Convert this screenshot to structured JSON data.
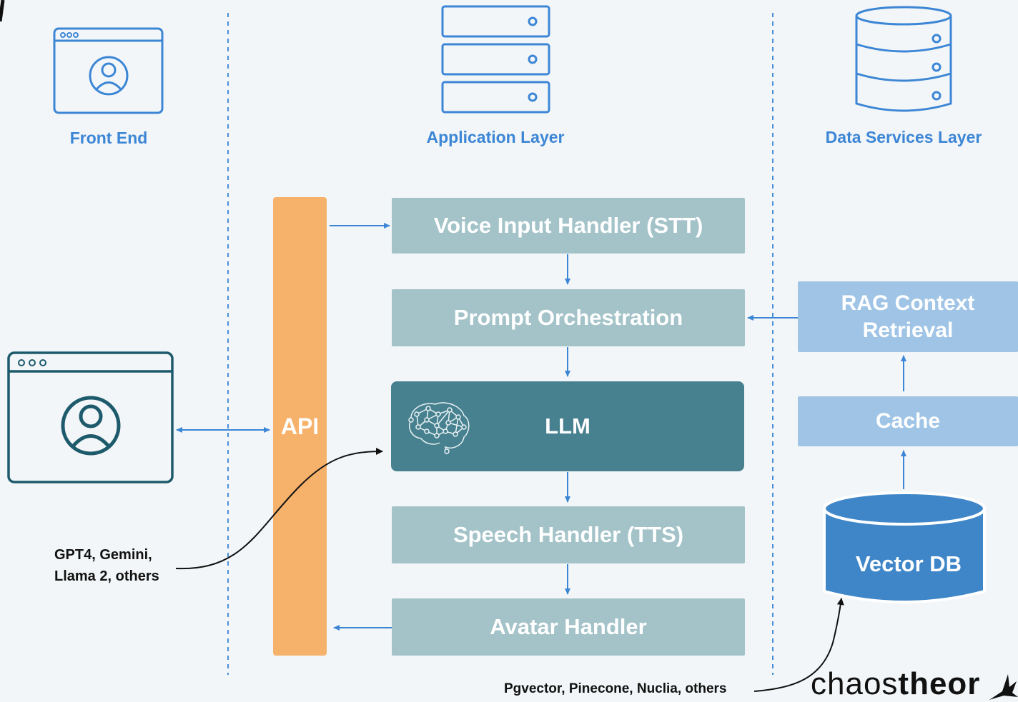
{
  "columns": {
    "front_end": "Front End",
    "application_layer": "Application Layer",
    "data_services_layer": "Data Services Layer"
  },
  "api_label": "API",
  "app_components": {
    "voice_input": "Voice Input Handler (STT)",
    "prompt_orchestration": "Prompt Orchestration",
    "llm": "LLM",
    "speech_handler": "Speech Handler (TTS)",
    "avatar_handler": "Avatar Handler"
  },
  "data_components": {
    "rag_line1": "RAG Context",
    "rag_line2": "Retrieval",
    "cache": "Cache",
    "vector_db": "Vector DB"
  },
  "notes": {
    "llm_line1": "GPT4, Gemini,",
    "llm_line2": "Llama 2, others",
    "vector_options": "Pgvector, Pinecone, Nuclia, others"
  },
  "brand": {
    "part1": "chaos",
    "part2": "theor"
  },
  "colors": {
    "accent_blue": "#3c86d6",
    "app_box": "#a3c3c8",
    "llm_box": "#47818f",
    "api_bar": "#f6b26b",
    "data_box": "#9fc4e6",
    "vector_db": "#3f86c8",
    "dark_teal_outline": "#1d5a6c"
  },
  "icons": [
    "browser-window-icon",
    "server-stack-icon",
    "database-icon",
    "brain-network-icon",
    "user-icon"
  ]
}
